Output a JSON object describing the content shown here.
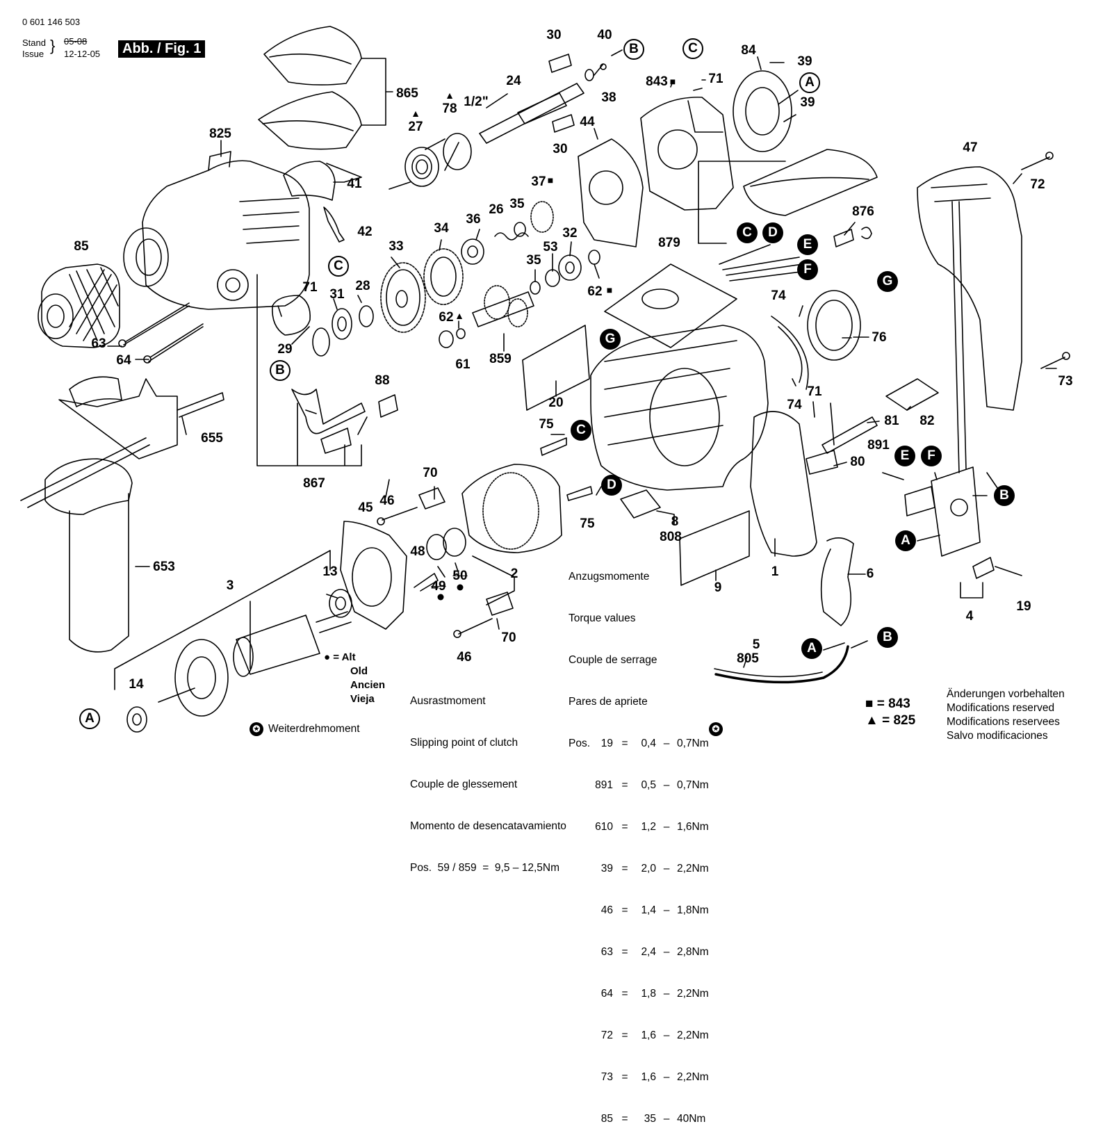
{
  "header": {
    "part_no": "0 601 146 503",
    "stand_label": "Stand",
    "issue_label": "Issue",
    "stand_old": "05-08",
    "issue_date": "12-12-05",
    "fig_label": "Abb. / Fig. 1"
  },
  "parts": [
    {
      "id": "p865",
      "text": "865"
    },
    {
      "id": "p825",
      "text": "825"
    },
    {
      "id": "p85",
      "text": "85"
    },
    {
      "id": "p41",
      "text": "41"
    },
    {
      "id": "p42",
      "text": "42"
    },
    {
      "id": "p71a",
      "text": "71"
    },
    {
      "id": "p31",
      "text": "31"
    },
    {
      "id": "p28",
      "text": "28"
    },
    {
      "id": "p29",
      "text": "29"
    },
    {
      "id": "p63",
      "text": "63"
    },
    {
      "id": "p64",
      "text": "64"
    },
    {
      "id": "p27",
      "text": "27"
    },
    {
      "id": "p78",
      "text": "78"
    },
    {
      "id": "p12",
      "text": "1/2\""
    },
    {
      "id": "p24",
      "text": "24"
    },
    {
      "id": "p30a",
      "text": "30"
    },
    {
      "id": "p40",
      "text": "40"
    },
    {
      "id": "p38",
      "text": "38"
    },
    {
      "id": "p30b",
      "text": "30"
    },
    {
      "id": "p44",
      "text": "44"
    },
    {
      "id": "p843",
      "text": "843"
    },
    {
      "id": "p71b",
      "text": "71"
    },
    {
      "id": "p84",
      "text": "84"
    },
    {
      "id": "p39a",
      "text": "39"
    },
    {
      "id": "p39b",
      "text": "39"
    },
    {
      "id": "p33",
      "text": "33"
    },
    {
      "id": "p34",
      "text": "34"
    },
    {
      "id": "p36",
      "text": "36"
    },
    {
      "id": "p26",
      "text": "26"
    },
    {
      "id": "p35a",
      "text": "35"
    },
    {
      "id": "p37",
      "text": "37"
    },
    {
      "id": "p32",
      "text": "32"
    },
    {
      "id": "p53",
      "text": "53"
    },
    {
      "id": "p35b",
      "text": "35"
    },
    {
      "id": "p62a",
      "text": "62"
    },
    {
      "id": "p61",
      "text": "61"
    },
    {
      "id": "p859",
      "text": "859"
    },
    {
      "id": "p62b",
      "text": "62"
    },
    {
      "id": "p879",
      "text": "879"
    },
    {
      "id": "p876",
      "text": "876"
    },
    {
      "id": "p47",
      "text": "47"
    },
    {
      "id": "p72",
      "text": "72"
    },
    {
      "id": "p74a",
      "text": "74"
    },
    {
      "id": "p76",
      "text": "76"
    },
    {
      "id": "p74b",
      "text": "74"
    },
    {
      "id": "p71c",
      "text": "71"
    },
    {
      "id": "p81",
      "text": "81"
    },
    {
      "id": "p82",
      "text": "82"
    },
    {
      "id": "p73",
      "text": "73"
    },
    {
      "id": "p20",
      "text": "20"
    },
    {
      "id": "p88",
      "text": "88"
    },
    {
      "id": "p655",
      "text": "655"
    },
    {
      "id": "p867",
      "text": "867"
    },
    {
      "id": "p75a",
      "text": "75"
    },
    {
      "id": "p70a",
      "text": "70"
    },
    {
      "id": "p46a",
      "text": "46"
    },
    {
      "id": "p45",
      "text": "45"
    },
    {
      "id": "p75b",
      "text": "75"
    },
    {
      "id": "p80",
      "text": "80"
    },
    {
      "id": "p891",
      "text": "891"
    },
    {
      "id": "p8",
      "text": "8"
    },
    {
      "id": "p808",
      "text": "808"
    },
    {
      "id": "p653",
      "text": "653"
    },
    {
      "id": "p48",
      "text": "48"
    },
    {
      "id": "p49",
      "text": "49"
    },
    {
      "id": "p50",
      "text": "50"
    },
    {
      "id": "p2",
      "text": "2"
    },
    {
      "id": "p9",
      "text": "9"
    },
    {
      "id": "p1",
      "text": "1"
    },
    {
      "id": "p6",
      "text": "6"
    },
    {
      "id": "p4",
      "text": "4"
    },
    {
      "id": "p19",
      "text": "19"
    },
    {
      "id": "p3",
      "text": "3"
    },
    {
      "id": "p13",
      "text": "13"
    },
    {
      "id": "p70b",
      "text": "70"
    },
    {
      "id": "p46b",
      "text": "46"
    },
    {
      "id": "p5",
      "text": "5"
    },
    {
      "id": "p805",
      "text": "805"
    },
    {
      "id": "p14",
      "text": "14"
    }
  ],
  "connectors": [
    {
      "id": "cB1",
      "text": "B",
      "style": "white"
    },
    {
      "id": "cC1",
      "text": "C",
      "style": "white"
    },
    {
      "id": "cA1",
      "text": "A",
      "style": "white"
    },
    {
      "id": "cC2",
      "text": "C",
      "style": "white"
    },
    {
      "id": "cB2",
      "text": "B",
      "style": "white"
    },
    {
      "id": "cA2",
      "text": "A",
      "style": "white"
    },
    {
      "id": "cC3",
      "text": "C",
      "style": "black"
    },
    {
      "id": "cD1",
      "text": "D",
      "style": "black"
    },
    {
      "id": "cE1",
      "text": "E",
      "style": "black"
    },
    {
      "id": "cF1",
      "text": "F",
      "style": "black"
    },
    {
      "id": "cG1",
      "text": "G",
      "style": "black"
    },
    {
      "id": "cG2",
      "text": "G",
      "style": "black"
    },
    {
      "id": "cC4",
      "text": "C",
      "style": "black"
    },
    {
      "id": "cD2",
      "text": "D",
      "style": "black"
    },
    {
      "id": "cE2",
      "text": "E",
      "style": "black"
    },
    {
      "id": "cF2",
      "text": "F",
      "style": "black"
    },
    {
      "id": "cB3",
      "text": "B",
      "style": "black"
    },
    {
      "id": "cA3",
      "text": "A",
      "style": "black"
    },
    {
      "id": "cA4",
      "text": "A",
      "style": "black"
    },
    {
      "id": "cB4",
      "text": "B",
      "style": "black"
    }
  ],
  "torque": {
    "titles": [
      "Anzugsmomente",
      "Torque values",
      "Couple de serrage",
      "Pares de apriete"
    ],
    "pos_label": "Pos.",
    "rows": [
      {
        "pos": "19",
        "min": "0,4",
        "max": "0,7Nm"
      },
      {
        "pos": "891",
        "min": "0,5",
        "max": "0,7Nm"
      },
      {
        "pos": "610",
        "min": "1,2",
        "max": "1,6Nm"
      },
      {
        "pos": "39",
        "min": "2,0",
        "max": "2,2Nm"
      },
      {
        "pos": "46",
        "min": "1,4",
        "max": "1,8Nm"
      },
      {
        "pos": "63",
        "min": "2,4",
        "max": "2,8Nm"
      },
      {
        "pos": "64",
        "min": "1,8",
        "max": "2,2Nm"
      },
      {
        "pos": "72",
        "min": "1,6",
        "max": "2,2Nm"
      },
      {
        "pos": "73",
        "min": "1,6",
        "max": "2,2Nm"
      },
      {
        "pos": "85",
        "min": "35",
        "max": "40Nm"
      }
    ]
  },
  "clutch": {
    "titles": [
      "Ausrastmoment",
      "Slipping point of clutch",
      "Couple de glessement",
      "Momento de desencatavamiento"
    ],
    "pos_line": "Pos.  59 / 859  =  9,5 – 12,5Nm"
  },
  "legend_old": {
    "symbol": "● = Alt",
    "words": [
      "Old",
      "Ancien",
      "Vieja"
    ]
  },
  "further_torque": "Weiterdrehmoment",
  "symbols": {
    "square": "■ = 843",
    "triangle": "▲ = 825"
  },
  "modifications": [
    "Änderungen vorbehalten",
    "Modifications reserved",
    "Modifications reservees",
    "Salvo modificaciones"
  ],
  "colors": {
    "ink": "#000000",
    "paper": "#ffffff"
  }
}
